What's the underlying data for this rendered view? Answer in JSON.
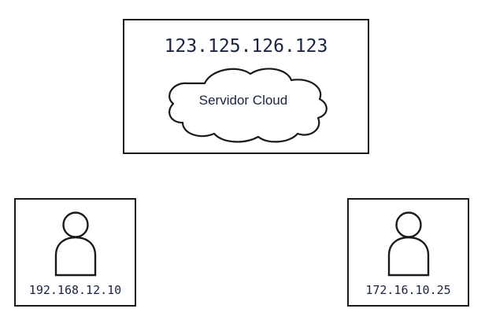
{
  "diagram": {
    "title": "",
    "background_color": "#ffffff",
    "stroke_color": "#1a1a1a",
    "text_color": "#1a2440",
    "server": {
      "ip_label": "123.125.126.123",
      "cloud_label": "Servidor Cloud",
      "cloud_icon": "cloud-shape-icon"
    },
    "clients": [
      {
        "ip_label": "192.168.12.10",
        "icon": "person-icon",
        "position": "left"
      },
      {
        "ip_label": "172.16.10.25",
        "icon": "person-icon",
        "position": "right"
      }
    ]
  }
}
